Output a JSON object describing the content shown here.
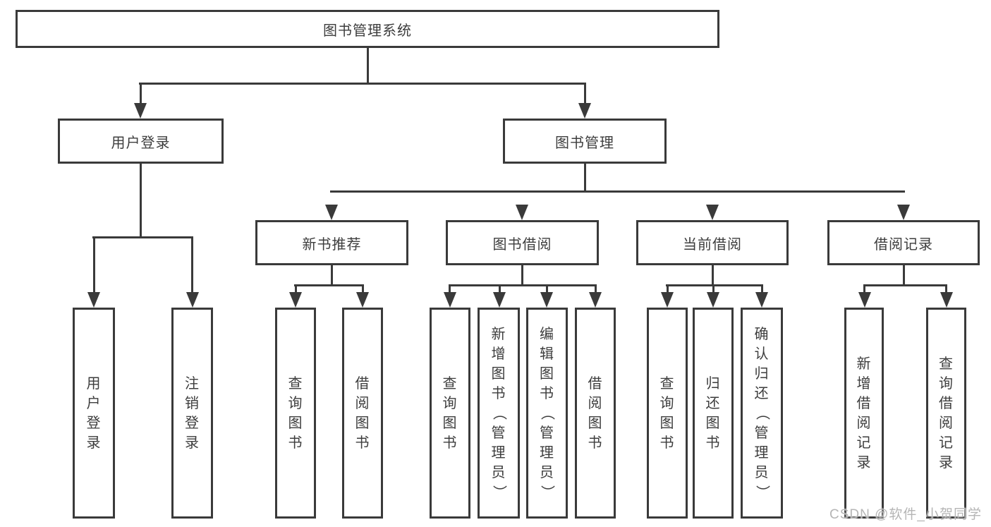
{
  "tree": {
    "root": {
      "label": "图书管理系统",
      "children": [
        {
          "label": "用户登录",
          "children": [
            {
              "label": "用户登录"
            },
            {
              "label": "注销登录"
            }
          ]
        },
        {
          "label": "图书管理",
          "children": [
            {
              "label": "新书推荐",
              "children": [
                {
                  "label": "查询图书"
                },
                {
                  "label": "借阅图书"
                }
              ]
            },
            {
              "label": "图书借阅",
              "children": [
                {
                  "label": "查询图书"
                },
                {
                  "label": "新增图书（管理员）"
                },
                {
                  "label": "编辑图书（管理员）"
                },
                {
                  "label": "借阅图书"
                }
              ]
            },
            {
              "label": "当前借阅",
              "children": [
                {
                  "label": "查询图书"
                },
                {
                  "label": "归还图书"
                },
                {
                  "label": "确认归还（管理员）"
                }
              ]
            },
            {
              "label": "借阅记录",
              "children": [
                {
                  "label": "新增借阅记录"
                },
                {
                  "label": "查询借阅记录"
                }
              ]
            }
          ]
        }
      ]
    }
  },
  "watermark": {
    "text": "CSDN @软件_小贺同学"
  },
  "colors": {
    "line": "#3a3a3a",
    "text": "#3d3d3d",
    "watermark": "#b5b5b5",
    "background": "#ffffff"
  }
}
